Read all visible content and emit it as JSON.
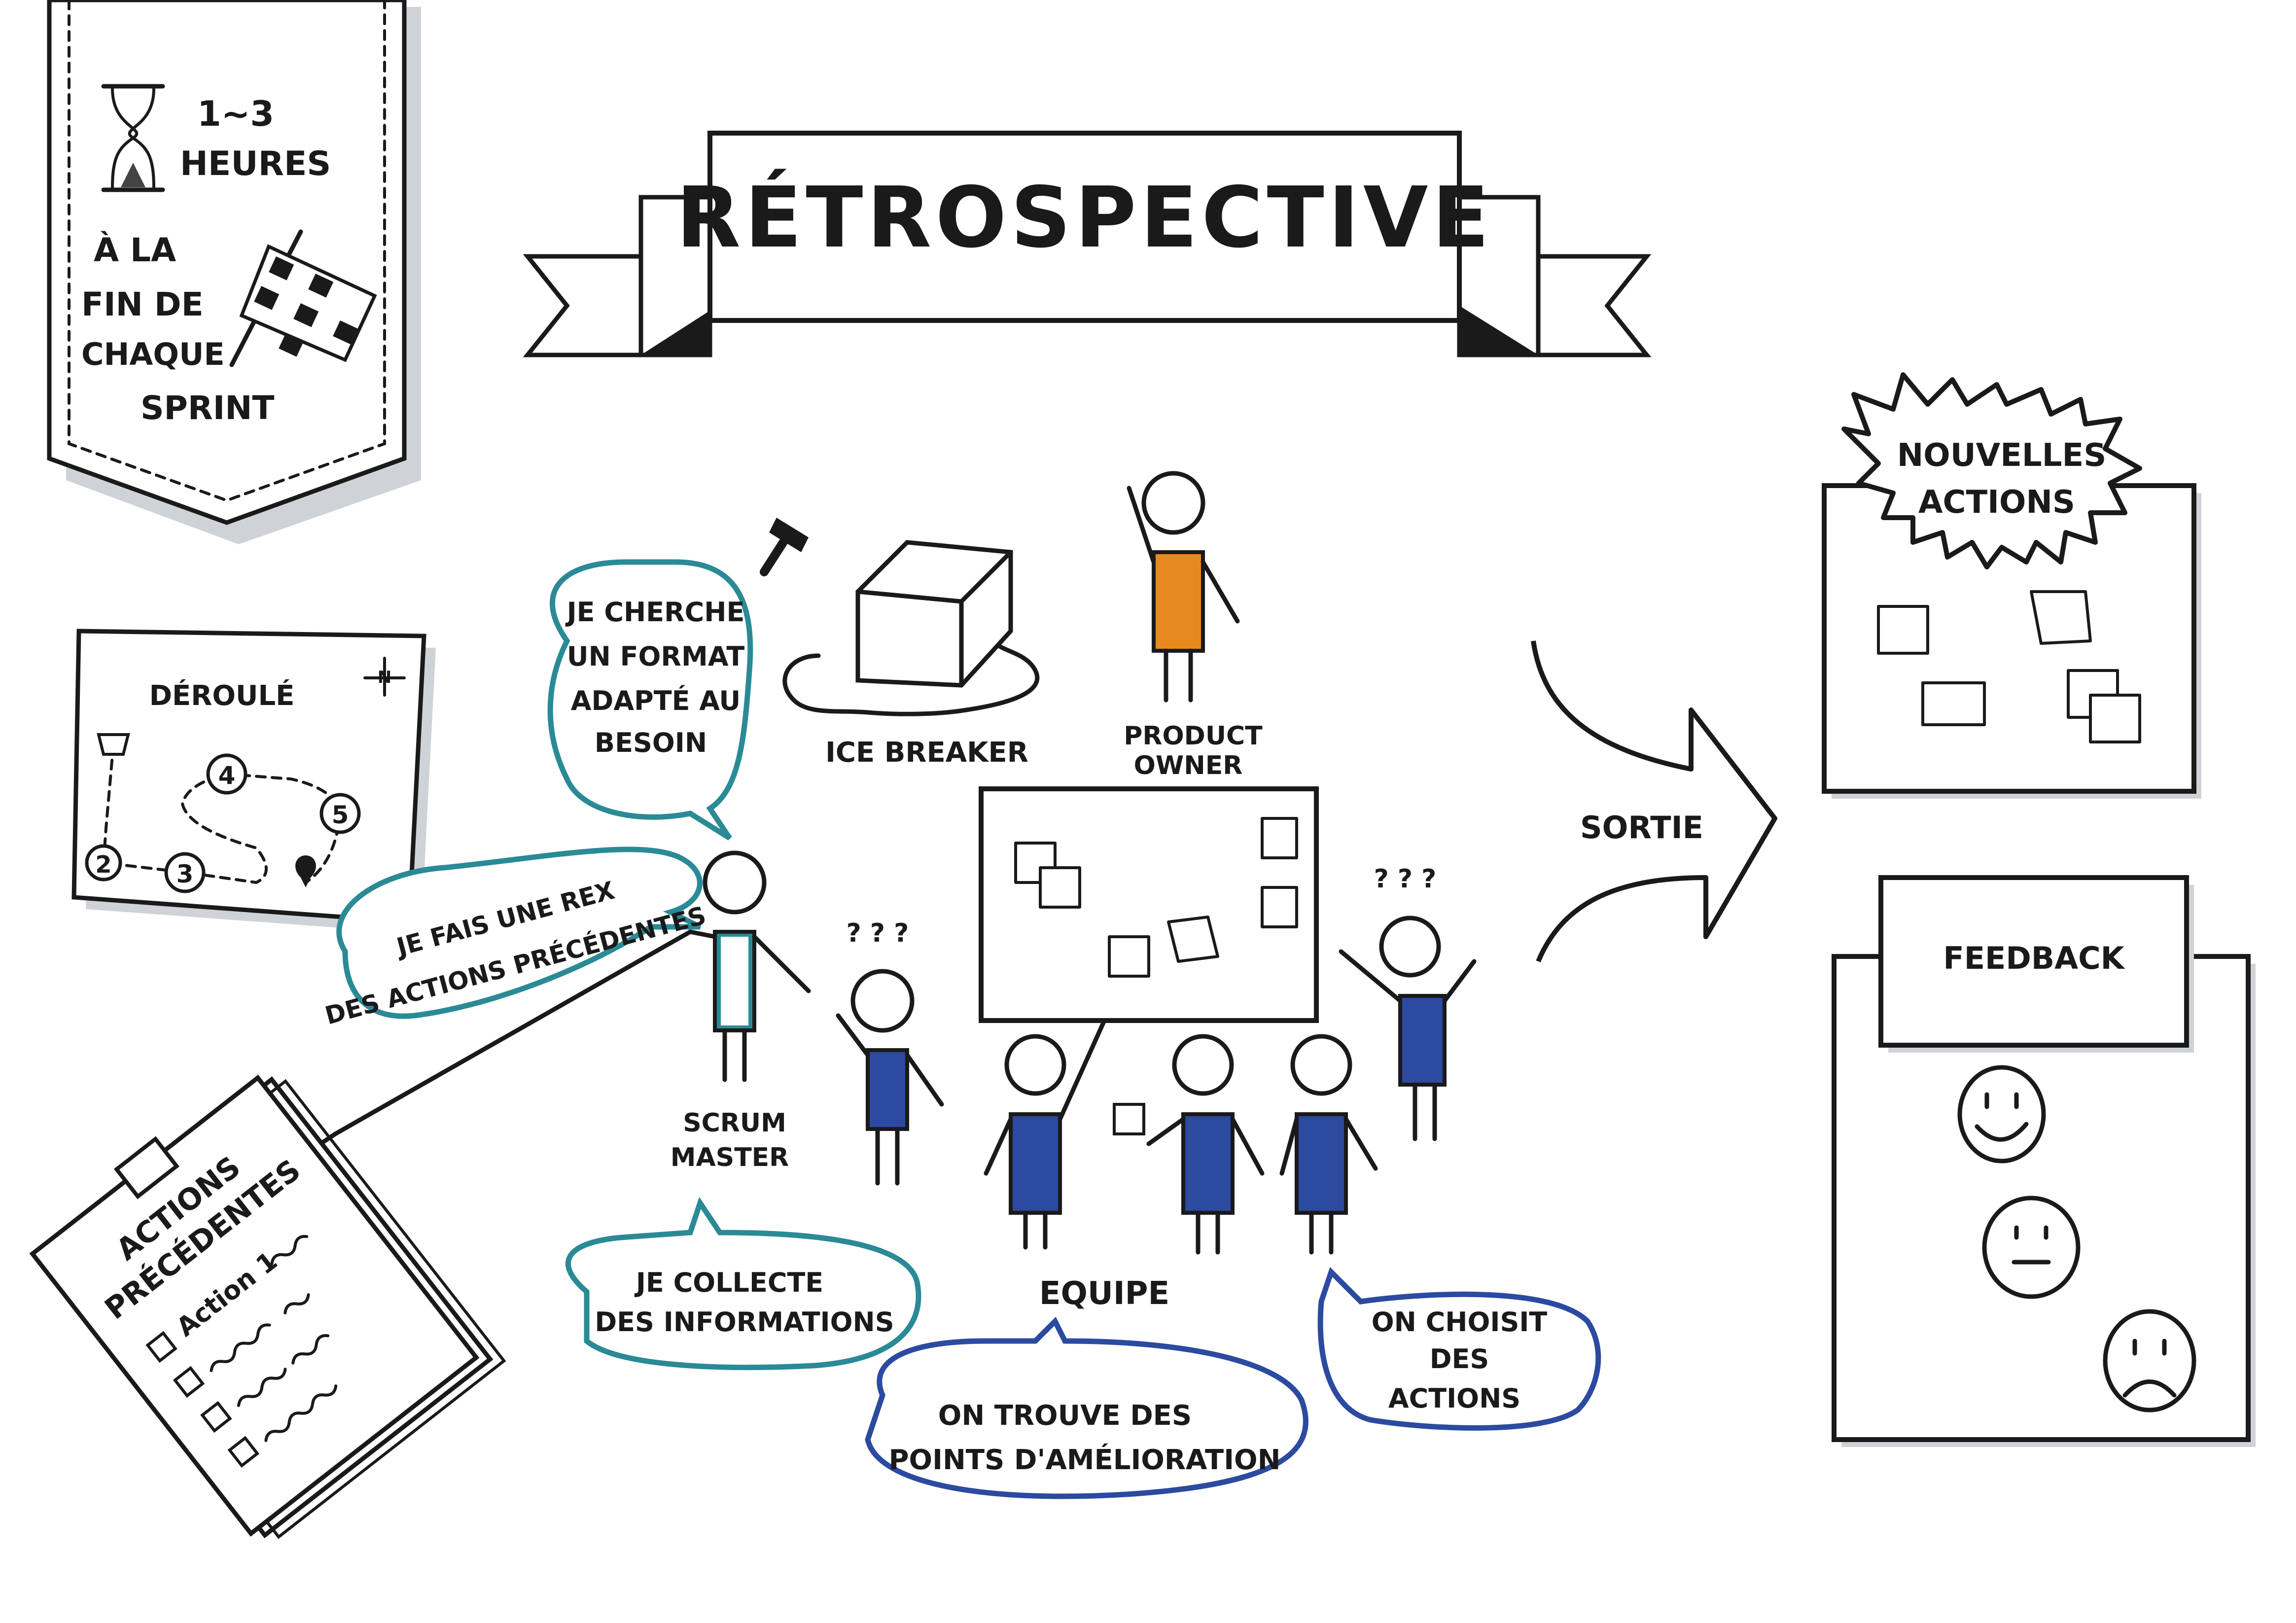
{
  "banner": {
    "duration_line1": "1~3",
    "duration_line2": "HEURES",
    "when_line1": "À LA",
    "when_line2": "FIN DE",
    "when_line3": "CHAQUE",
    "when_line4": "SPRINT"
  },
  "title": "RÉTROSPECTIVE",
  "map": {
    "title": "DÉROULÉ",
    "compass": "N",
    "steps": [
      "2",
      "3",
      "4",
      "5"
    ]
  },
  "ice_breaker": {
    "label": "ICE BREAKER"
  },
  "product_owner": {
    "line1": "PRODUCT",
    "line2": "OWNER"
  },
  "bubbles": {
    "format": [
      "JE CHERCHE",
      "UN FORMAT",
      "ADAPTÉ AU",
      "BESOIN"
    ],
    "rex": [
      "JE FAIS UNE REX",
      "DES ACTIONS PRÉCÉDENTES"
    ],
    "collect": [
      "JE COLLECTE",
      "DES INFORMATIONS"
    ],
    "improve": [
      "ON TROUVE DES",
      "POINTS D'AMÉLIORATION"
    ],
    "choose": [
      "ON CHOISIT",
      "DES",
      "ACTIONS"
    ]
  },
  "scrum_master": {
    "line1": "SCRUM",
    "line2": "MASTER"
  },
  "team": {
    "label": "EQUIPE",
    "question_marks": "? ? ?"
  },
  "clipboard": {
    "title_line1": "ACTIONS",
    "title_line2": "PRÉCÉDENTES",
    "item1": "Action 1"
  },
  "output": {
    "label": "SORTIE"
  },
  "new_actions": {
    "line1": "NOUVELLES",
    "line2": "ACTIONS"
  },
  "feedback": {
    "label": "FEEDBACK"
  },
  "colors": {
    "ink": "#1a1a1a",
    "teal": "#2a8a96",
    "blue": "#2b4aa0",
    "orange": "#e8891f",
    "shadow": "#cfd3d8"
  }
}
